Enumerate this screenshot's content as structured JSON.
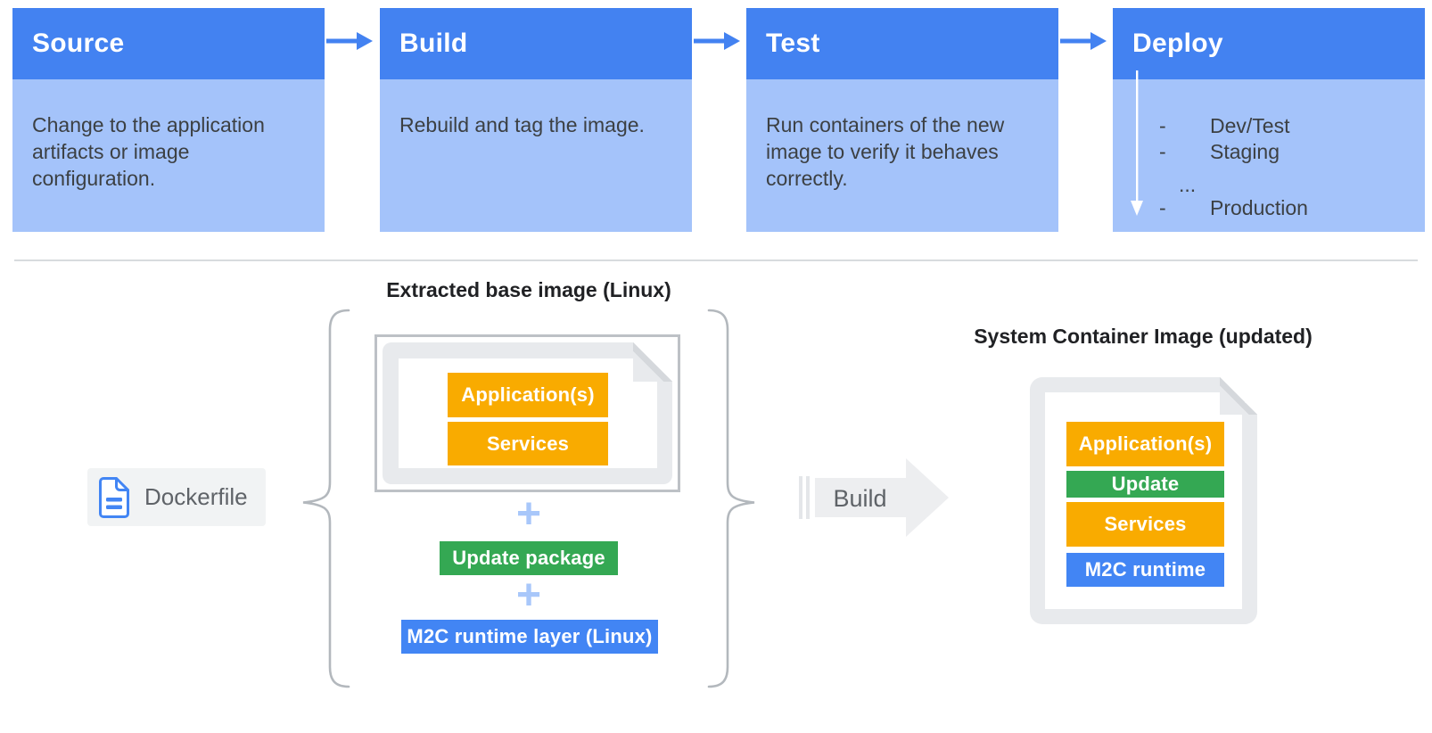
{
  "pipeline": {
    "stages": [
      {
        "title": "Source",
        "description": "Change to the application artifacts or image configuration."
      },
      {
        "title": "Build",
        "description": "Rebuild and tag the image."
      },
      {
        "title": "Test",
        "description": "Run containers of the new image to verify it behaves correctly."
      },
      {
        "title": "Deploy",
        "description": ""
      }
    ],
    "deploy_items": [
      {
        "bullet": "-",
        "label": "Dev/Test"
      },
      {
        "bullet": "-",
        "label": "Staging"
      },
      {
        "bullet": "",
        "label": "..."
      },
      {
        "bullet": "-",
        "label": "Production"
      }
    ]
  },
  "build_flow": {
    "dockerfile_label": "Dockerfile",
    "extracted_title": "Extracted base image (Linux)",
    "extracted_layers": [
      {
        "label": "Application(s)"
      },
      {
        "label": "Services"
      }
    ],
    "plus": "+",
    "update_package_label": "Update package",
    "runtime_layer_label": "M2C runtime layer (Linux)",
    "build_label": "Build",
    "system_title": "System Container Image (updated)",
    "system_layers": [
      {
        "label": "Application(s)",
        "color": "#F9AB00"
      },
      {
        "label": "Update",
        "color": "#34A853"
      },
      {
        "label": "Services",
        "color": "#F9AB00"
      },
      {
        "label": "M2C runtime",
        "color": "#4285F4"
      }
    ]
  },
  "colors": {
    "stage_header_blue": "#4382F1",
    "stage_body_blue": "#A4C3FA",
    "accent_yellow": "#F9AB00",
    "accent_green": "#34A853",
    "accent_blue": "#4285F4",
    "plus_light_blue": "#A8C7FA",
    "doc_frame_gray": "#E8EAED",
    "border_gray": "#BDC1C6",
    "body_text": "#3C4043",
    "title_text": "#202124"
  }
}
